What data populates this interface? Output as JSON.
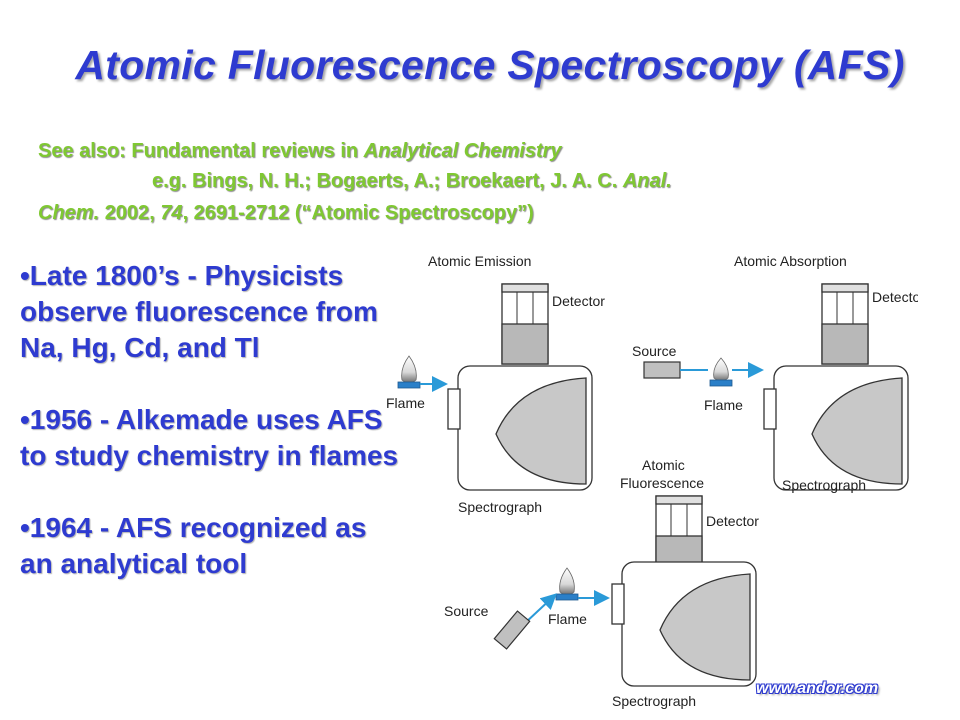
{
  "title": "Atomic Fluorescence Spectroscopy (AFS)",
  "reference": {
    "line1_prefix": "See also: Fundamental reviews in ",
    "line1_journal": "Analytical Chemistry",
    "line2_prefix": "e.g. Bings, N. H.; Bogaerts, A.; Broekaert, J. A. C. ",
    "line2_journal": "Anal.",
    "line3_journal": "Chem.",
    "line3_year": "2002",
    "line3_sep1": ", ",
    "line3_volume": "74",
    "line3_rest": ", 2691-2712 (“Atomic Spectroscopy”)"
  },
  "bullets": [
    "•Late 1800’s - Physicists observe fluorescence from Na, Hg, Cd, and Tl",
    "•1956 - Alkemade uses AFS to study chemistry in flames",
    "•1964 - AFS recognized as an analytical tool"
  ],
  "diagram": {
    "emission": {
      "title": "Atomic Emission",
      "detector": "Detector",
      "flame": "Flame",
      "spectrograph": "Spectrograph"
    },
    "absorption": {
      "title": "Atomic Absorption",
      "detector": "Detector",
      "source": "Source",
      "flame": "Flame",
      "spectrograph": "Spectrograph"
    },
    "fluorescence": {
      "title_line1": "Atomic",
      "title_line2": "Fluorescence",
      "detector": "Detector",
      "source": "Source",
      "flame": "Flame",
      "spectrograph": "Spectrograph"
    }
  },
  "website": "www.andor.com",
  "colors": {
    "title": "#2e3bd0",
    "reference": "#7fc832",
    "beam": "#2a9ad8",
    "mirror": "#c8c8c8"
  }
}
